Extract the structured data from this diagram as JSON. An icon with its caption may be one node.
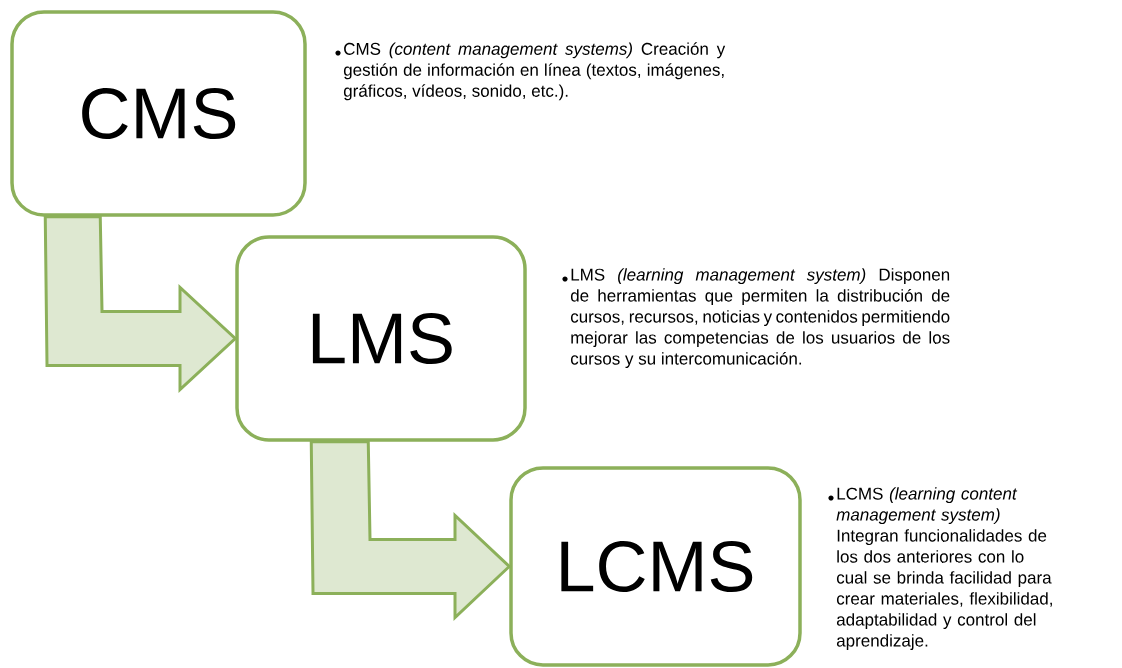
{
  "diagram": {
    "nodes": [
      {
        "text": [
          "CMS"
        ],
        "beside": [
          "CMS *(content management systems)* Creación y gestión de información en línea (textos, imágenes, gráficos, vídeos, sonido, etc.)."
        ]
      },
      {
        "text": [
          "LMS"
        ],
        "beside": [
          "LMS *(learning management system)* Disponen de herramientas que permiten la distribución de cursos, recursos, noticias y contenidos permitiendo mejorar las competencias de los usuarios de los cursos y su intercomunicación."
        ]
      },
      {
        "text": [
          "LCMS"
        ],
        "beside": [
          "LCMS *(learning content management system)* Integran funcionalidades de los dos anteriores con lo cual se brinda facilidad para crear materiales, flexibilidad, adaptabilidad y control del aprendizaje."
        ]
      }
    ],
    "edges": [
      {
        "from": 0,
        "to": 1,
        "arrow": "to"
      },
      {
        "from": 1,
        "to": 2,
        "arrow": "to"
      }
    ]
  }
}
